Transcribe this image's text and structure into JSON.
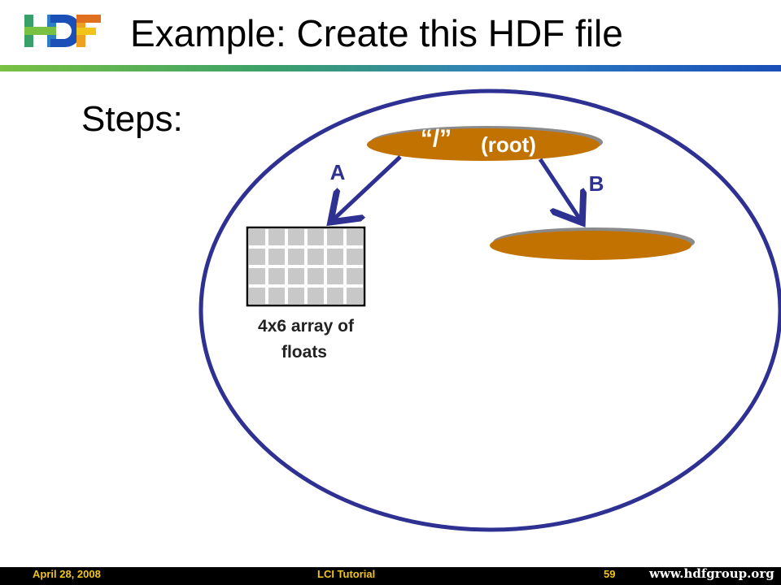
{
  "header": {
    "logo_text": "HDF",
    "title": "Example: Create this HDF file"
  },
  "body": {
    "steps_label": "Steps:"
  },
  "diagram": {
    "root_label_quote": "“/”",
    "root_label_text": "(root)",
    "edge_a_label": "A",
    "edge_b_label": "B",
    "dataset_caption_line1": "4x6 array of",
    "dataset_caption_line2": "floats",
    "colors": {
      "file_outline": "#2e3192",
      "group_fill": "#c27200",
      "group_shadow": "#8a8a8a",
      "arrow": "#2e3192",
      "grid_cell": "#c8c8c8"
    }
  },
  "footer": {
    "date": "April 28, 2008",
    "center_text": "LCI Tutorial",
    "page_number": "59",
    "url": "www.hdfgroup.org"
  }
}
